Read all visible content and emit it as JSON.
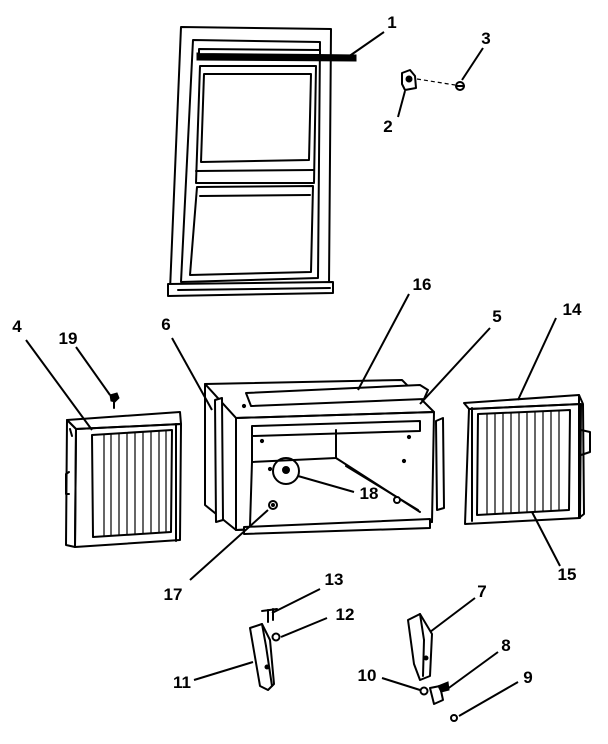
{
  "parts": [
    {
      "id": "1",
      "label": "1"
    },
    {
      "id": "2",
      "label": "2"
    },
    {
      "id": "3",
      "label": "3"
    },
    {
      "id": "4",
      "label": "4"
    },
    {
      "id": "5",
      "label": "5"
    },
    {
      "id": "6",
      "label": "6"
    },
    {
      "id": "7",
      "label": "7"
    },
    {
      "id": "8",
      "label": "8"
    },
    {
      "id": "9",
      "label": "9"
    },
    {
      "id": "10",
      "label": "10"
    },
    {
      "id": "11",
      "label": "11"
    },
    {
      "id": "12",
      "label": "12"
    },
    {
      "id": "13",
      "label": "13"
    },
    {
      "id": "14",
      "label": "14"
    },
    {
      "id": "15",
      "label": "15"
    },
    {
      "id": "16",
      "label": "16"
    },
    {
      "id": "17",
      "label": "17"
    },
    {
      "id": "18",
      "label": "18"
    },
    {
      "id": "19",
      "label": "19"
    }
  ]
}
